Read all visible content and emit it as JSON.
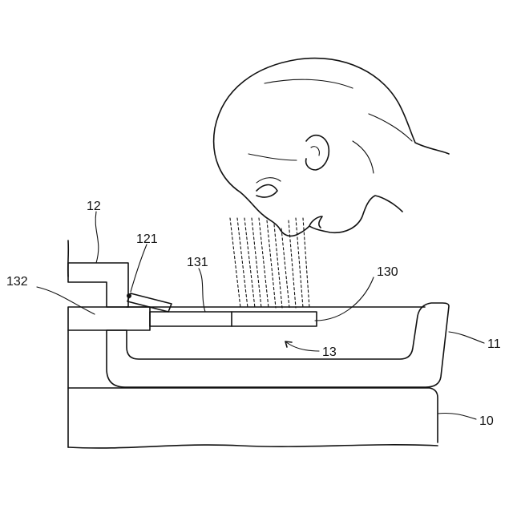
{
  "labels": {
    "l12": "12",
    "l121": "121",
    "l131": "131",
    "l130": "130",
    "l132": "132",
    "l13": "13",
    "l11": "11",
    "l10": "10"
  },
  "colors": {
    "line": "#111111",
    "background": "#ffffff"
  }
}
